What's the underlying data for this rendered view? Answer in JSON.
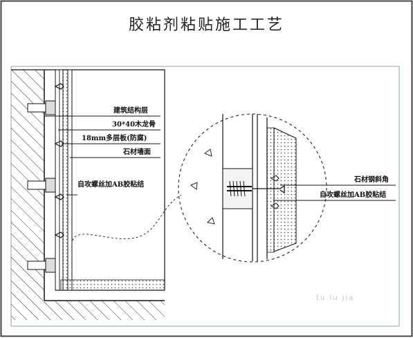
{
  "title": "胶粘剂粘贴施工工艺",
  "left_detail": {
    "labels": {
      "structure": "建筑结构层",
      "keel": "30*40木龙骨",
      "board": "18mm多层板(防腐)",
      "stone_face": "石材墙面",
      "screw": "自攻螺丝加AB胶粘结"
    }
  },
  "right_detail": {
    "labels": {
      "angle": "石材钢斜角",
      "screw": "自攻螺丝加AB胶粘结"
    }
  },
  "watermark": "tu lu jia"
}
